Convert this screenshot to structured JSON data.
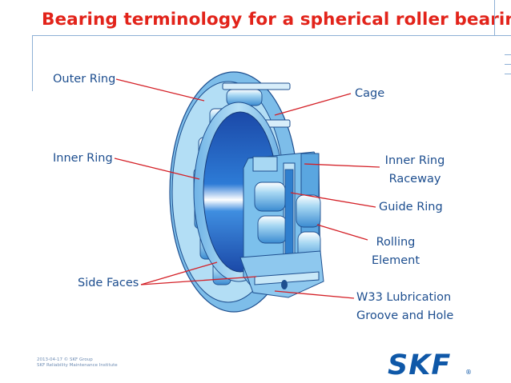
{
  "title": "Bearing terminology for a spherical roller bearing",
  "labels": {
    "outer_ring": "Outer Ring",
    "cage": "Cage",
    "inner_ring": "Inner Ring",
    "inner_ring_raceway_1": "Inner Ring",
    "inner_ring_raceway_2": "Raceway",
    "guide_ring": "Guide Ring",
    "rolling_element_1": "Rolling",
    "rolling_element_2": "Element",
    "side_faces": "Side Faces",
    "w33_1": "W33 Lubrication",
    "w33_2": "Groove and Hole"
  },
  "footer": {
    "line1": "2013-04-17 © SKF Group",
    "line2": "SKF Reliability Maintenance Institute"
  },
  "logo": {
    "text": "SKF",
    "registered": "®"
  },
  "colors": {
    "title": "#e2231a",
    "label": "#1d4e8f",
    "leader": "#d42027",
    "logo": "#0f58a8",
    "bearing_light": "#9fd0ef",
    "bearing_dark": "#1f5fb6"
  }
}
